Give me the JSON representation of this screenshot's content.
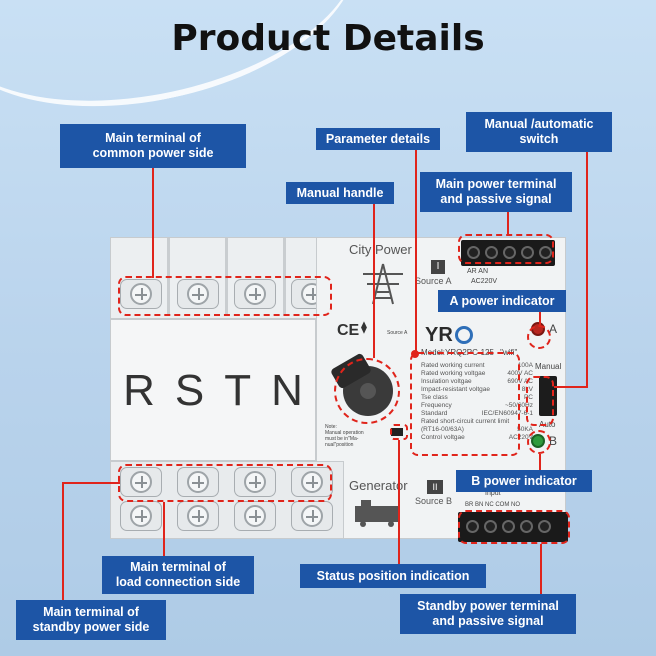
{
  "title": "Product Details",
  "labels": {
    "main_common": "Main terminal of\ncommon power side",
    "parameter": "Parameter details",
    "manual_auto": "Manual /automatic\nswitch",
    "manual_handle": "Manual handle",
    "main_power_terminal": "Main power terminal\nand passive signal",
    "a_indicator": "A power indicator",
    "b_indicator": "B power indicator",
    "main_load": "Main terminal of\nload connection side",
    "status_position": "Status position indication",
    "main_standby": "Main terminal of\nstandby power side",
    "standby_terminal": "Standby power terminal\nand passive signal"
  },
  "device": {
    "city_power": "City Power",
    "source_a": "Source A",
    "source_a_small": "Source A",
    "roman_1": "I",
    "roman_2": "II",
    "generator": "Generator",
    "source_b": "Source B",
    "rstn": "RSTN",
    "brand": "YR",
    "model": "Model:YRQ2PC-125",
    "wifi": "\"wifi\"",
    "ce": "CE",
    "manual_label": "Manual",
    "auto_label": "Auto",
    "a_letter": "A",
    "b_letter": "B",
    "input_label": "Input",
    "terminal_top_labels": "AR AN",
    "ac_top": "AC220V",
    "terminal_bottom_labels": "BR BN NC COM NO",
    "note": "Note:\nManual operation\nmust be in\"Ma-\nnual\"position",
    "specs": [
      {
        "k": "Rated working current",
        "v": "100A"
      },
      {
        "k": "Rated working voltgae",
        "v": "400V AC"
      },
      {
        "k": "Insulation voltgae",
        "v": "690V AC"
      },
      {
        "k": "Impact-resistant voltgae",
        "v": "8kV"
      },
      {
        "k": "Tse class",
        "v": "PC"
      },
      {
        "k": "Frequency",
        "v": "~50/60Hz"
      },
      {
        "k": "Standard",
        "v": "IEC/EN60947-6-1"
      },
      {
        "k": "Rated short-circuit current limit",
        "v": ""
      },
      {
        "k": "(RT16-00/63A)",
        "v": "50KA"
      },
      {
        "k": "Control voltgae",
        "v": "AC220V"
      }
    ]
  },
  "colors": {
    "label_bg": "#1d55a6",
    "callout": "#e0241b",
    "led_red": "#b8261f",
    "led_green": "#2f9a3c"
  }
}
